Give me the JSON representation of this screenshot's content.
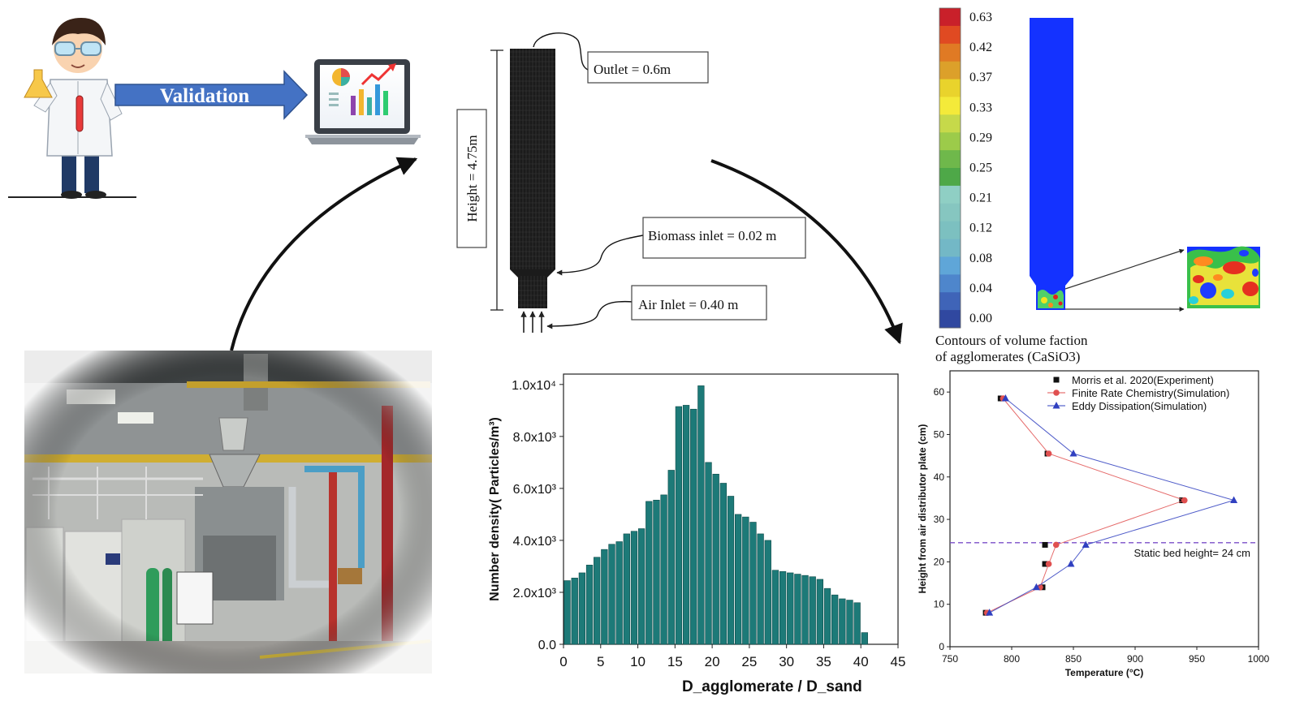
{
  "validation": {
    "label": "Validation"
  },
  "reactor": {
    "height_label": "Height = 4.75m",
    "outlet_label": "Outlet = 0.6m",
    "biomass_label": "Biomass inlet = 0.02 m",
    "air_label": "Air Inlet = 0.40 m"
  },
  "contour": {
    "caption_line1": "Contours of volume faction",
    "caption_line2": "of agglomerates (CaSiO3)",
    "scale_labels": [
      "0.63",
      "0.42",
      "0.37",
      "0.33",
      "0.29",
      "0.25",
      "0.21",
      "0.12",
      "0.08",
      "0.04",
      "0.00"
    ],
    "scale_colors": [
      "#c9202a",
      "#e04a22",
      "#e07a24",
      "#dca02a",
      "#e9d32c",
      "#f4ea3a",
      "#c6d94a",
      "#9ccb4a",
      "#6fb84b",
      "#4ea848",
      "#8fcfc4",
      "#86c6c0",
      "#7cc0c0",
      "#73b8c6",
      "#5fa6d8",
      "#4e86cc",
      "#3f64b8",
      "#3048a0"
    ],
    "column_color": "#1432ff"
  },
  "chart_data": [
    {
      "type": "bar",
      "xlabel": "D_agglomerate / D_sand",
      "ylabel": "Number density( Particles/m³)",
      "xlim": [
        0,
        45
      ],
      "ylim": [
        0,
        10400
      ],
      "x_ticks": [
        0,
        5,
        10,
        15,
        20,
        25,
        30,
        35,
        40,
        45
      ],
      "y_ticks": [
        0,
        2000,
        4000,
        6000,
        8000,
        10000
      ],
      "y_tick_labels": [
        "0.0",
        "2.0x10³",
        "4.0x10³",
        "6.0x10³",
        "8.0x10³",
        "1.0x10⁴"
      ],
      "bar_color": "#1d7a78",
      "x": [
        1,
        2,
        3,
        4,
        5,
        6,
        7,
        8,
        9,
        10,
        11,
        12,
        13,
        14,
        15,
        16,
        17,
        18,
        19,
        20,
        21,
        22,
        23,
        24,
        25,
        26,
        27,
        28,
        29,
        30,
        31,
        32,
        33,
        34,
        35,
        36,
        37,
        38,
        39,
        40
      ],
      "values": [
        2450,
        2550,
        2750,
        3050,
        3350,
        3650,
        3850,
        3950,
        4250,
        4350,
        4450,
        5500,
        5550,
        5750,
        6700,
        9150,
        9200,
        9050,
        9950,
        7000,
        6550,
        6200,
        5700,
        5000,
        4900,
        4700,
        4250,
        4000,
        2850,
        2800,
        2750,
        2700,
        2650,
        2600,
        2500,
        2150,
        1900,
        1750,
        1700,
        1600,
        450
      ]
    },
    {
      "type": "line",
      "xlabel": "Temperature (°C)",
      "ylabel": "Height from air distributor plate (cm)",
      "xlim": [
        750,
        1000
      ],
      "ylim": [
        0,
        65
      ],
      "x_ticks": [
        750,
        800,
        850,
        900,
        950,
        1000
      ],
      "y_ticks": [
        0,
        10,
        20,
        30,
        40,
        50,
        60
      ],
      "reference_line": {
        "y": 24.5,
        "label": "Static bed height= 24 cm"
      },
      "series": [
        {
          "name": "Morris et al. 2020(Experiment)",
          "color": "#111111",
          "marker": "square",
          "points": [
            [
              779,
              8
            ],
            [
              825,
              14
            ],
            [
              827,
              19.5
            ],
            [
              827,
              24
            ],
            [
              938,
              34.5
            ],
            [
              829,
              45.5
            ],
            [
              791,
              58.5
            ]
          ]
        },
        {
          "name": "Finite Rate Chemistry(Simulation)",
          "color": "#e05050",
          "marker": "circle",
          "points": [
            [
              780,
              8
            ],
            [
              823,
              14
            ],
            [
              830,
              19.5
            ],
            [
              836,
              24
            ],
            [
              940,
              34.5
            ],
            [
              830,
              45.5
            ],
            [
              793,
              58.5
            ]
          ]
        },
        {
          "name": "Eddy Dissipation(Simulation)",
          "color": "#3040c0",
          "marker": "triangle",
          "points": [
            [
              782,
              8
            ],
            [
              820,
              14
            ],
            [
              848,
              19.5
            ],
            [
              860,
              24
            ],
            [
              980,
              34.5
            ],
            [
              850,
              45.5
            ],
            [
              795,
              58.5
            ]
          ]
        }
      ]
    }
  ]
}
